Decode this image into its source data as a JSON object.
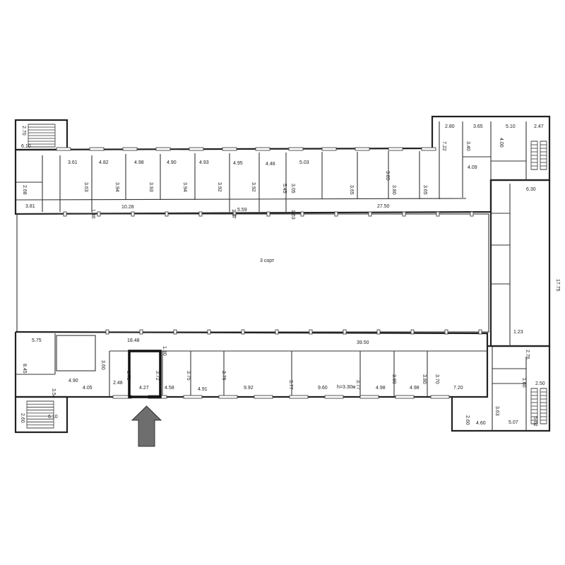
{
  "plan": {
    "title": "3 сорт",
    "dimensions": [
      "2.70",
      "6.10",
      "3.61",
      "4.82",
      "4.98",
      "4.90",
      "4.93",
      "4.95",
      "4.48",
      "5.03",
      "2.80",
      "3.65",
      "5.10",
      "2.47",
      "3.81",
      "2.68",
      "3.63",
      "3.94",
      "3.93",
      "3.94",
      "3.92",
      "3.92",
      "5.45",
      "3.05",
      "3.65",
      "3.85",
      "3.80",
      "3.65",
      "7.22",
      "3.40",
      "4.00",
      "4.09",
      "10.28",
      "5.59",
      "27.50",
      "1.46",
      "1.47",
      "1.63",
      "6.30",
      "17.75",
      "5.75",
      "8.45",
      "18.48",
      "1.30",
      "3.60",
      "3.72",
      "3.72",
      "2.48",
      "4.27",
      "4.58",
      "3.75",
      "4.91",
      "3.76",
      "9.92",
      "3.77",
      "9.60",
      "h=3.30м",
      "3.77",
      "4.98",
      "3.80",
      "4.98",
      "3.80",
      "3.70",
      "7.20",
      "39.50",
      "4.90",
      "4.05",
      "3.54",
      "2.60",
      "6.10",
      "1.23",
      "2.76",
      "1.60",
      "2.50",
      "2.60",
      "4.60",
      "3.63",
      "5.07",
      "5.62"
    ],
    "highlight_color": "#111111",
    "arrow_color": "#6e6e6e"
  }
}
